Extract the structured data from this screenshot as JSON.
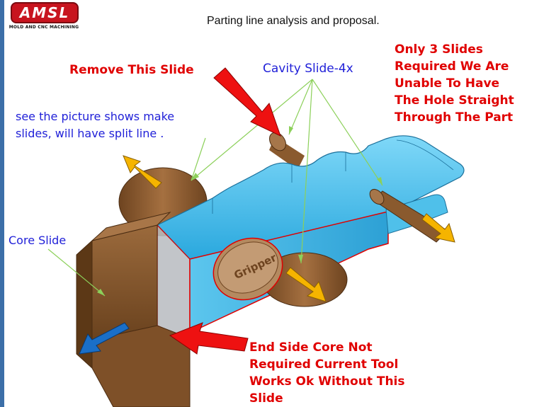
{
  "logo": {
    "text": "AMSL",
    "tagline": "MOLD AND CNC MACHINING"
  },
  "title": "Parting line analysis and proposal.",
  "labels": {
    "remove_slide": "Remove This Slide",
    "cavity_slide": "Cavity Slide-4x",
    "only_three": [
      "Only 3 Slides",
      "Required We Are",
      "Unable To Have",
      "The Hole Straight",
      "Through The Part"
    ],
    "see_picture": [
      "see the picture shows make",
      "slides, will have split line ."
    ],
    "core_slide": "Core Slide",
    "end_side": [
      "End Side Core Not",
      "Required Current Tool",
      "Works Ok Without This",
      "Slide"
    ]
  },
  "part_text": "Gripper",
  "colors": {
    "red_text": "#e00000",
    "blue_text": "#1f1fd8",
    "part_blue": "#43b9e8",
    "slide_brown": "#8a5a2e",
    "arrow_red": "#ee1111",
    "arrow_orange": "#f5b400",
    "arrow_blue": "#1a6fc8",
    "leader_green": "#8cd05a"
  }
}
